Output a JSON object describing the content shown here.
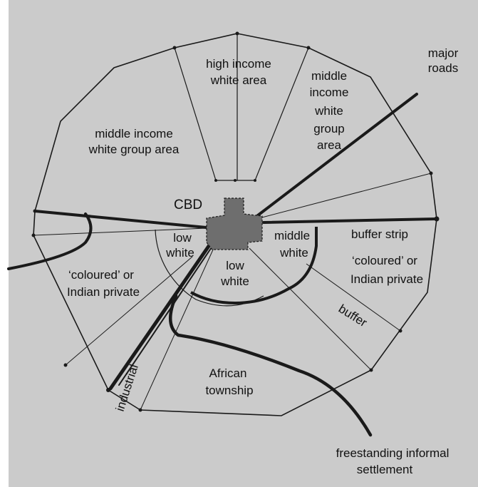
{
  "colors": {
    "panel": "#cbcbcb",
    "line": "#1a1a1a",
    "cbd": "#6e6e6e"
  },
  "labels": {
    "cbd": "CBD",
    "high_income": [
      "high income",
      "white area"
    ],
    "middle_income_nw": [
      "middle income",
      "white group area"
    ],
    "middle_income_ne": [
      "middle",
      "income",
      "white",
      "group",
      "area"
    ],
    "major_roads": [
      "major",
      "roads"
    ],
    "low_white_left": [
      "low",
      "white"
    ],
    "low_white_center": [
      "low",
      "white"
    ],
    "middle_white": [
      "middle",
      "white"
    ],
    "buffer_strip": "buffer strip",
    "coloured_right": [
      "‘coloured’ or",
      "Indian private"
    ],
    "coloured_left": [
      "‘coloured’ or",
      "Indian private"
    ],
    "buffer": "buffer",
    "industrial": "industrial",
    "african_township": [
      "African",
      "township"
    ],
    "informal_settlement": [
      "freestanding informal",
      "settlement"
    ]
  }
}
